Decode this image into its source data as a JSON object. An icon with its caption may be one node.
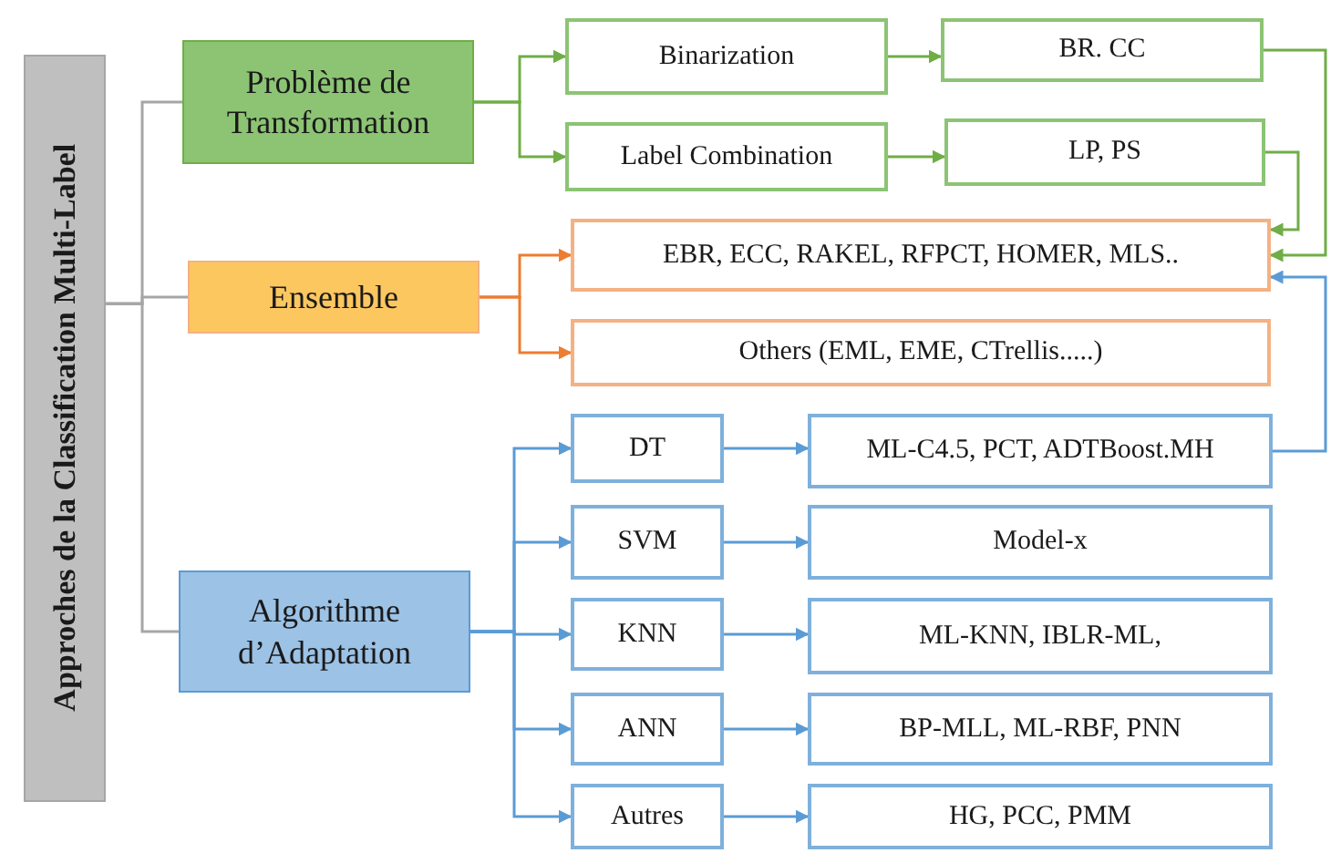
{
  "diagram": {
    "nodes": [
      {
        "text": [
          "Approches de la Classification Multi-Label"
        ]
      },
      {
        "text": [
          "Problème de Transformation"
        ]
      },
      {
        "text": [
          "Binarization"
        ]
      },
      {
        "text": [
          "Label Combination"
        ]
      },
      {
        "text": [
          "BR. CC"
        ]
      },
      {
        "text": [
          "LP, PS"
        ]
      },
      {
        "text": [
          "Ensemble"
        ]
      },
      {
        "text": [
          "EBR, ECC, RAKEL, RFPCT, HOMER, MLS.."
        ]
      },
      {
        "text": [
          "Others (EML, EME, CTrellis.....)"
        ]
      },
      {
        "text": [
          "Algorithme d’Adaptation"
        ]
      },
      {
        "text": [
          "DT"
        ]
      },
      {
        "text": [
          "SVM"
        ]
      },
      {
        "text": [
          "KNN"
        ]
      },
      {
        "text": [
          "ANN"
        ]
      },
      {
        "text": [
          "Autres"
        ]
      },
      {
        "text": [
          "ML-C4.5, PCT, ADTBoost.MH"
        ]
      },
      {
        "text": [
          "Model-x"
        ]
      },
      {
        "text": [
          "ML-KNN, IBLR-ML,"
        ]
      },
      {
        "text": [
          "BP-MLL, ML-RBF, PNN"
        ]
      },
      {
        "text": [
          "HG, PCC, PMM"
        ]
      }
    ],
    "edges": [
      {
        "from": 0,
        "to": 1,
        "arrow": "none",
        "color": "#a6a6a6"
      },
      {
        "from": 0,
        "to": 6,
        "arrow": "none",
        "color": "#a6a6a6"
      },
      {
        "from": 0,
        "to": 9,
        "arrow": "none",
        "color": "#a6a6a6"
      },
      {
        "from": 1,
        "to": 2,
        "arrow": "to",
        "color": "#70ad47"
      },
      {
        "from": 1,
        "to": 3,
        "arrow": "to",
        "color": "#70ad47"
      },
      {
        "from": 2,
        "to": 4,
        "arrow": "to",
        "color": "#70ad47"
      },
      {
        "from": 3,
        "to": 5,
        "arrow": "to",
        "color": "#70ad47"
      },
      {
        "from": 4,
        "to": 7,
        "arrow": "to",
        "color": "#70ad47"
      },
      {
        "from": 5,
        "to": 7,
        "arrow": "to",
        "color": "#70ad47"
      },
      {
        "from": 6,
        "to": 7,
        "arrow": "to",
        "color": "#ed7d31"
      },
      {
        "from": 6,
        "to": 8,
        "arrow": "to",
        "color": "#ed7d31"
      },
      {
        "from": 9,
        "to": 10,
        "arrow": "to"
      },
      {
        "from": 9,
        "to": 11,
        "arrow": "to"
      },
      {
        "from": 9,
        "to": 12,
        "arrow": "to"
      },
      {
        "from": 9,
        "to": 13,
        "arrow": "to"
      },
      {
        "from": 9,
        "to": 14,
        "arrow": "to"
      },
      {
        "from": 10,
        "to": 15,
        "arrow": "to"
      },
      {
        "from": 11,
        "to": 16,
        "arrow": "to"
      },
      {
        "from": 12,
        "to": 17,
        "arrow": "to"
      },
      {
        "from": 13,
        "to": 18,
        "arrow": "to"
      },
      {
        "from": 14,
        "to": 19,
        "arrow": "to"
      },
      {
        "from": 15,
        "to": 7,
        "arrow": "to"
      }
    ]
  }
}
